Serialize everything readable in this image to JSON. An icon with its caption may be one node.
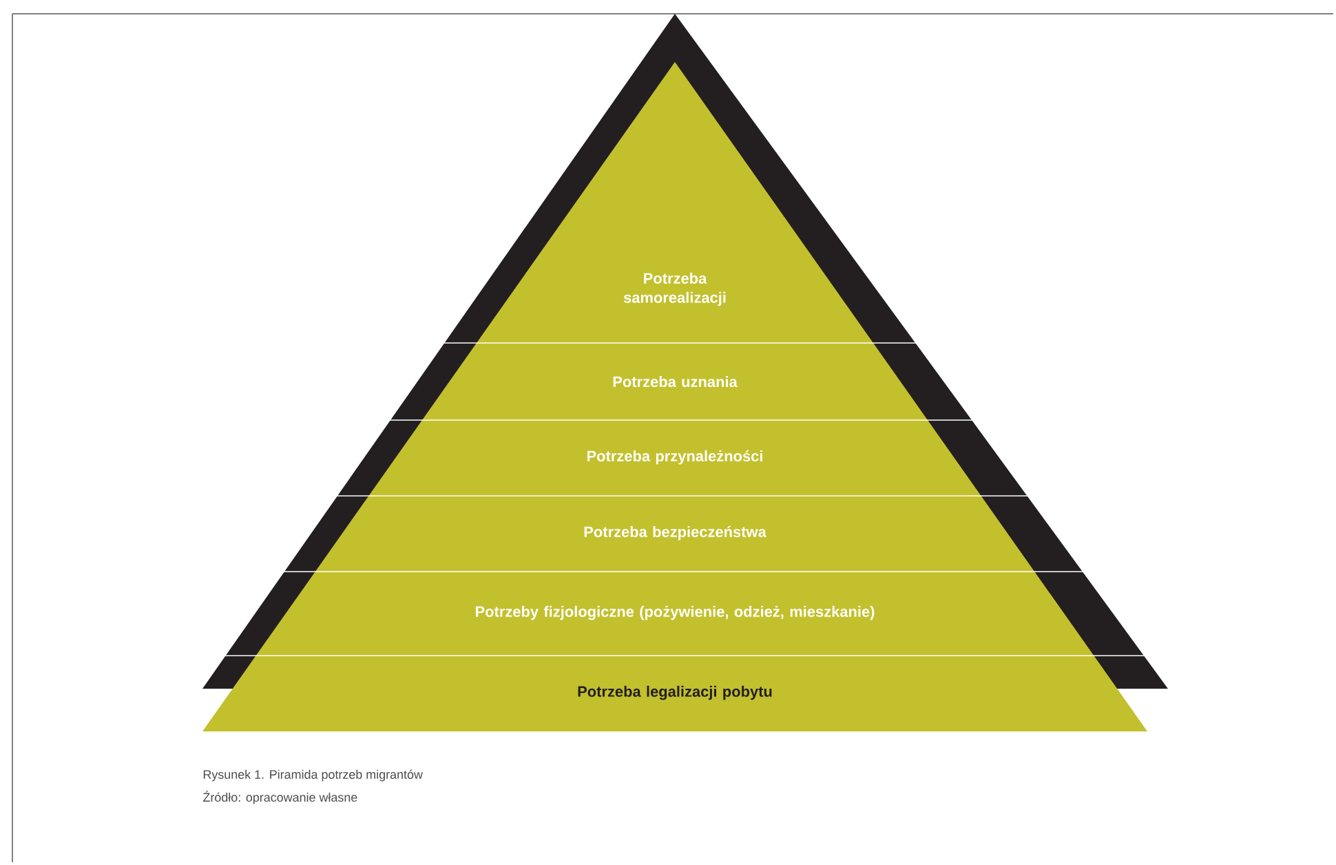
{
  "diagram": {
    "caption": "Rysunek 1. Piramida potrzeb migrantów",
    "nodes": [
      {
        "text": [
          "Potrzeba samorealizacji"
        ]
      },
      {
        "text": [
          "Potrzeba uznania"
        ]
      },
      {
        "text": [
          "Potrzeba przynależności"
        ]
      },
      {
        "text": [
          "Potrzeba bezpieczeństwa"
        ]
      },
      {
        "text": [
          "Potrzeby fizjologiczne (pożywienie, odzież, mieszkanie)"
        ]
      },
      {
        "text": [
          "Potrzeba legalizacji pobytu"
        ]
      }
    ],
    "labels": [
      "Źródło: opracowanie własne"
    ]
  }
}
